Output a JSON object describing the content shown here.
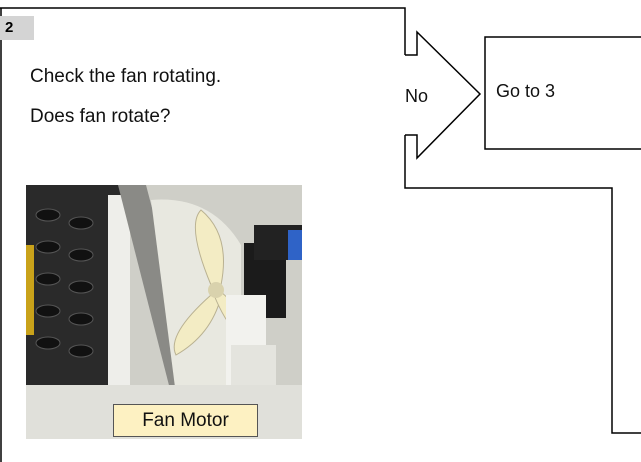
{
  "step": {
    "number": "2"
  },
  "question": {
    "line1": "Check the fan rotating.",
    "line2": "Does fan rotate?"
  },
  "branch_no": {
    "label": "No",
    "target": "Go to 3"
  },
  "photo": {
    "label": "Fan Motor",
    "subject": "fan-motor-photo"
  },
  "colors": {
    "badge_bg": "#d4d4d4",
    "label_bg": "#fdf1c2",
    "line": "#000000"
  }
}
